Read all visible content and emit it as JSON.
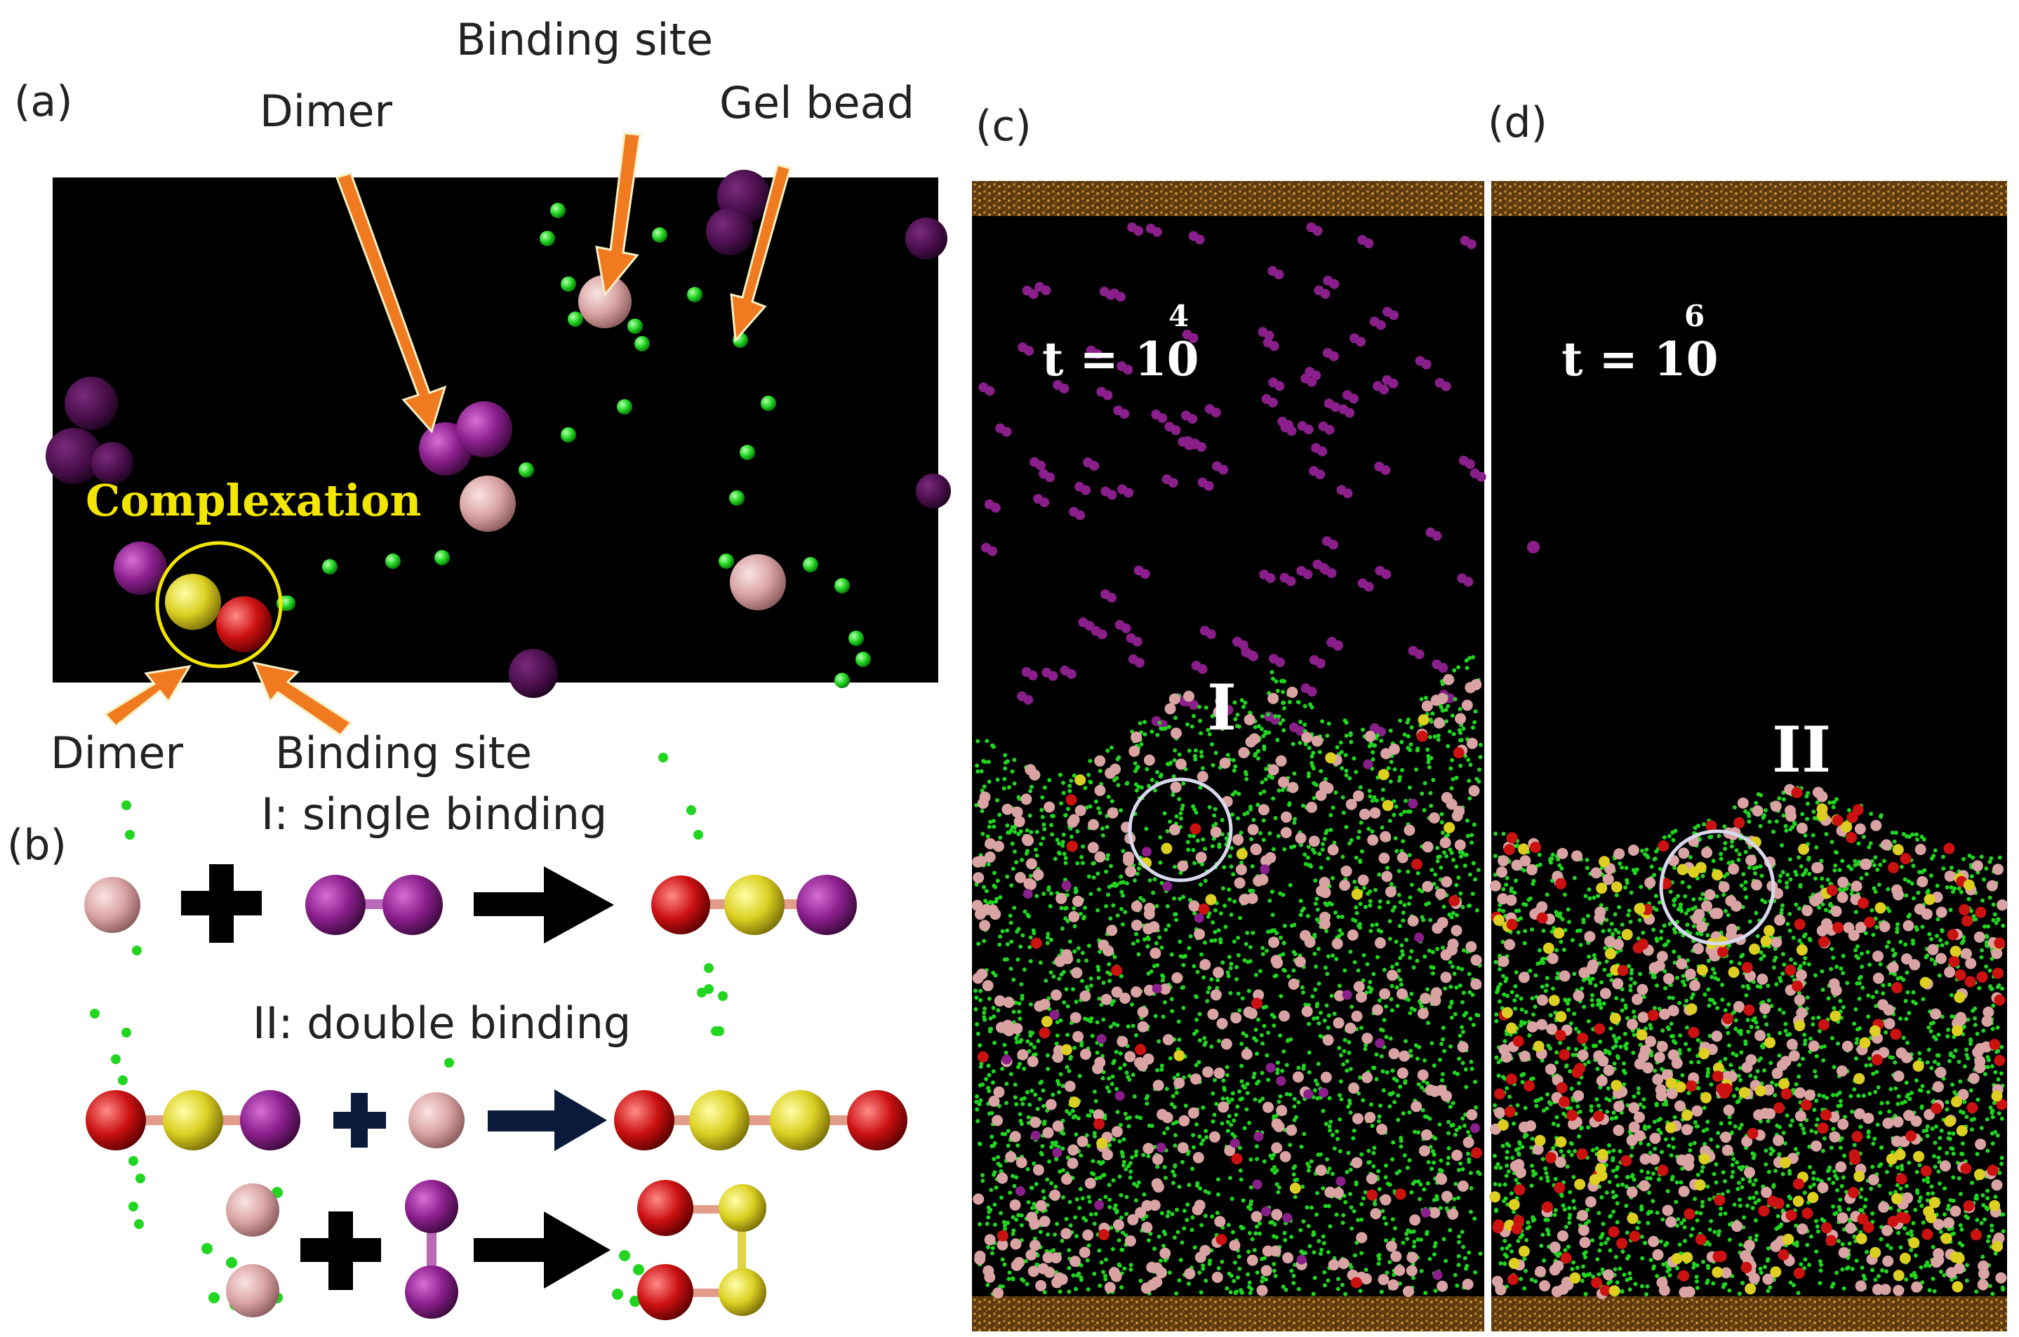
{
  "panel_labels": {
    "a": "(a)",
    "b": "(b)",
    "c": "(c)",
    "d": "(d)"
  },
  "panel_a": {
    "label_binding_site_top": "Binding site",
    "label_dimer_top": "Dimer",
    "label_gel_bead": "Gel bead",
    "label_complexation": "Complexation",
    "label_dimer_bottom": "Dimer",
    "label_binding_site_bottom": "Binding site"
  },
  "panel_b": {
    "single_binding": "I: single binding",
    "double_binding": "II: double binding"
  },
  "panel_c": {
    "time_base": "t = 10",
    "time_exp": "4",
    "region": "I"
  },
  "panel_d": {
    "time_base": "t = 10",
    "time_exp": "6",
    "region": "II"
  },
  "colors": {
    "dimer": "#8a1f8c",
    "binding_site": "#d9a3a3",
    "gel_bead": "#21d521",
    "bound_dimer": "#dccf22",
    "bound_site": "#cc1111",
    "arrow": "#f07a1f",
    "complexation_text": "#f2e600",
    "wall": "#8a5a1a"
  },
  "icons": [
    "orange-arrow",
    "plus-icon",
    "right-arrow-icon",
    "circle-highlight"
  ]
}
